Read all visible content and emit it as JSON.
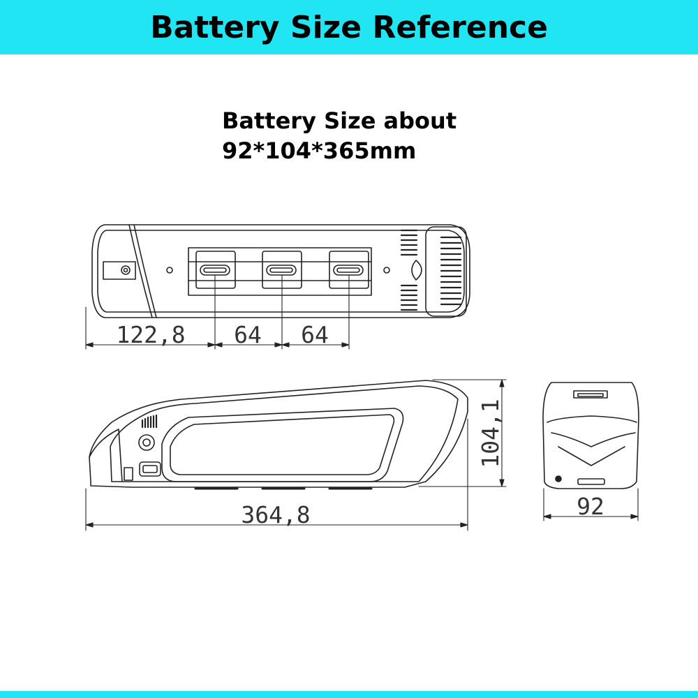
{
  "banner": {
    "title": "Battery Size Reference",
    "color": "#21E5F2"
  },
  "size_info": {
    "line1": "Battery Size about",
    "line2": "92*104*365mm"
  },
  "dimensions": {
    "top_view_offset": "122,8",
    "mount_spacing_1": "64",
    "mount_spacing_2": "64",
    "height": "104,1",
    "length": "364,8",
    "width": "92"
  }
}
